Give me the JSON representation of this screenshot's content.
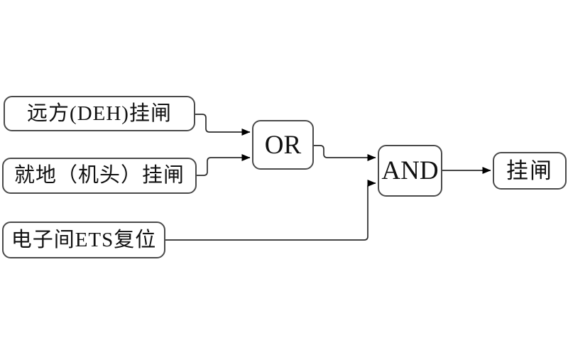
{
  "diagram": {
    "type": "logic-flow",
    "background_color": "#ffffff",
    "line_color": "#2b2b2b",
    "box_border_color": "#4a4a4a",
    "text_color": "#111111",
    "nodes": {
      "input1": {
        "label": "远方(DEH)挂闸"
      },
      "input2": {
        "label": "就地（机头）挂闸"
      },
      "input3": {
        "label": "电子间ETS复位"
      },
      "or_gate": {
        "label": "OR"
      },
      "and_gate": {
        "label": "AND"
      },
      "output": {
        "label": "挂闸"
      }
    },
    "edges": [
      {
        "from": "input1",
        "to": "or_gate"
      },
      {
        "from": "input2",
        "to": "or_gate"
      },
      {
        "from": "or_gate",
        "to": "and_gate"
      },
      {
        "from": "input3",
        "to": "and_gate"
      },
      {
        "from": "and_gate",
        "to": "output"
      }
    ]
  }
}
